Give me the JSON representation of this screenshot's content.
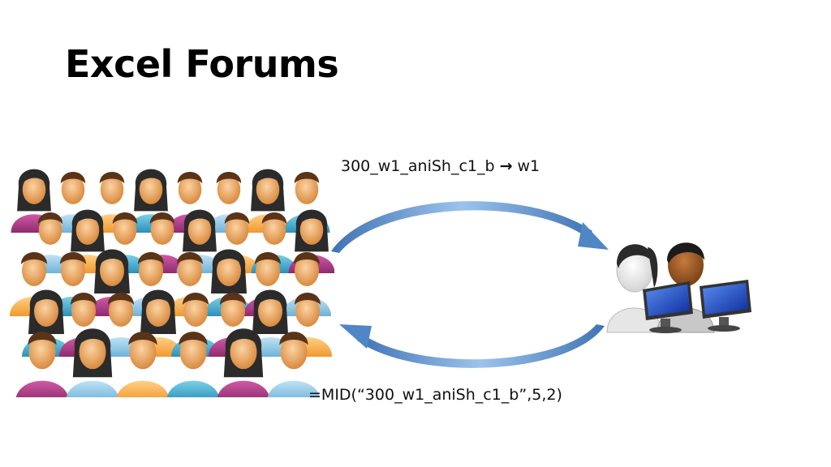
{
  "slide": {
    "title": "Excel Forums",
    "top_label": {
      "text_left": "300_w1_aniSh_c1_b",
      "arrow": "→",
      "text_right": "w1"
    },
    "bottom_label": "=MID(“300_w1_aniSh_c1_b”,5,2)"
  },
  "icons": {
    "crowd": "crowd-of-people-icon",
    "users": "users-at-computers-icon",
    "top_arrow": "curved-arrow-right-icon",
    "bottom_arrow": "curved-arrow-left-icon"
  },
  "colors": {
    "arrow": "#4f86c6",
    "skin": "#e8a35a",
    "hair": "#2b2b2b"
  }
}
